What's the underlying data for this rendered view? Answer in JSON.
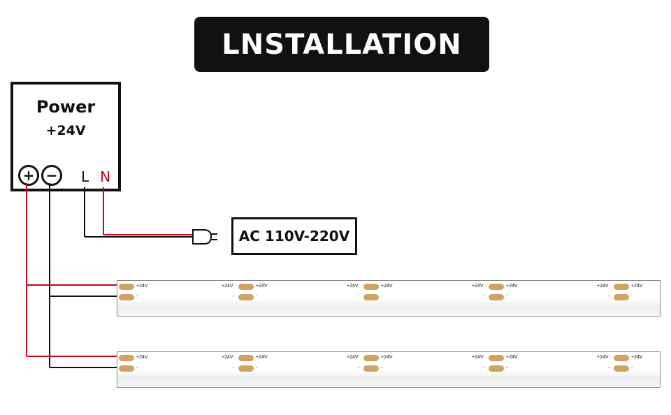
{
  "title": "LNSTALLATION",
  "power_supply": {
    "title": "Power",
    "voltage": "+24V",
    "terminals": {
      "plus": "+",
      "minus": "−",
      "l": "L",
      "n": "N"
    }
  },
  "ac_label": "AC 110V-220V",
  "strip": {
    "positive_label": "+24V",
    "negative_label": "-"
  },
  "colors": {
    "positive_wire": "#d0021b",
    "negative_wire": "#111111",
    "pad": "#d3a261",
    "title_bg": "#111111"
  }
}
